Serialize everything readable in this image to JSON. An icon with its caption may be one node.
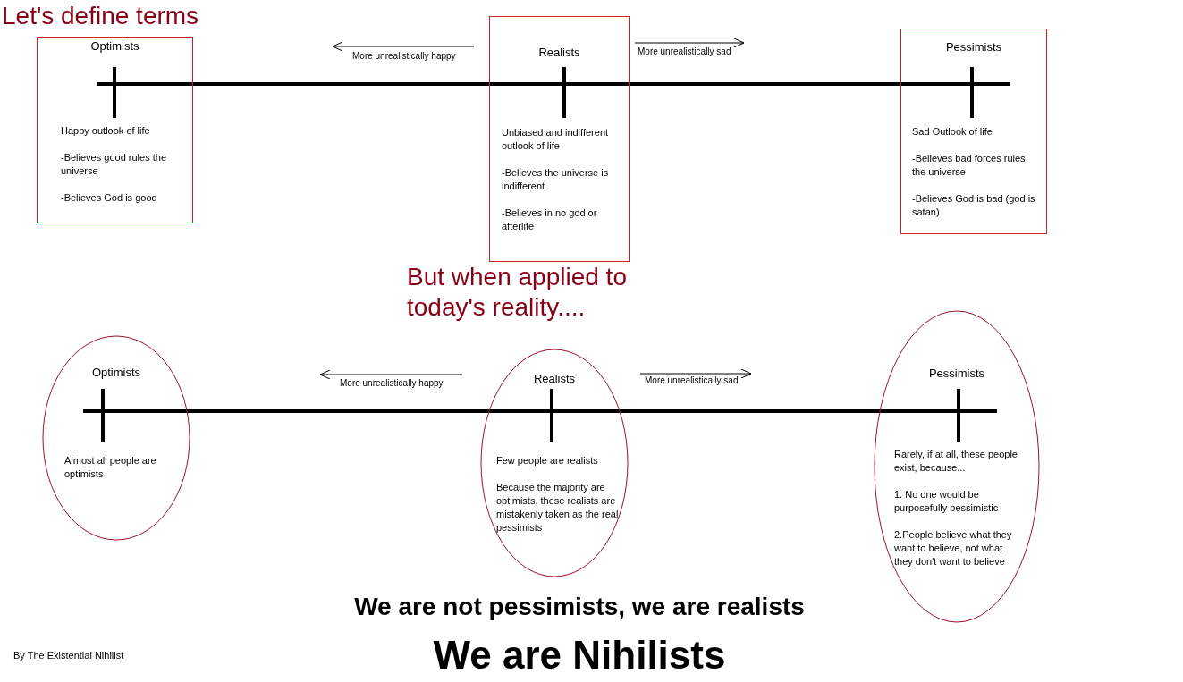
{
  "diagram": {
    "title": "Let's define terms",
    "nodes": [
      {
        "text": [
          "Optimists",
          "Happy outlook of life",
          "-Believes good rules the universe",
          "-Believes God is good"
        ]
      },
      {
        "text": [
          "Realists",
          "Unbiased and indifferent outlook of life",
          "-Believes the universe is indifferent",
          "-Believes in no god or afterlife"
        ]
      },
      {
        "text": [
          "Pessimists",
          "Sad Outlook of life",
          "-Believes bad forces rules the universe",
          "-Believes God is bad (god is satan)"
        ]
      },
      {
        "text": [
          "Optimists",
          "Almost all people are optimists"
        ]
      },
      {
        "text": [
          "Realists",
          "Few people are realists",
          "Because the majority are optimists, these realists are mistakenly taken as the real pessimists"
        ]
      },
      {
        "text": [
          "Pessimists",
          "Rarely, if at all, these people exist, because...",
          "1. No one would be purposefully pessimistic",
          "2.People believe what they want to believe, not what they don't want to believe"
        ]
      }
    ],
    "labels": [
      "More unrealistically happy",
      "More unrealistically sad",
      "But when applied to today's reality....",
      "More unrealistically happy",
      "More unrealistically sad",
      "We are not pessimists, we are realists",
      "We are Nihilists",
      "By The Existential Nihilist"
    ]
  }
}
